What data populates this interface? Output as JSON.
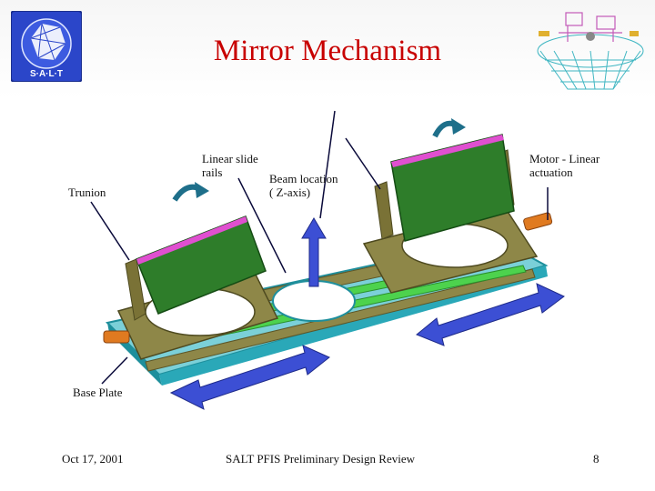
{
  "slide": {
    "title": "Mirror Mechanism",
    "logo_text": "S·A·L·T"
  },
  "labels": {
    "linear_slide_rails": [
      "Linear slide",
      "rails"
    ],
    "beam_location": [
      "Beam location",
      "( Z-axis)"
    ],
    "trunion": "Trunion",
    "motor_linear_actuation": [
      "Motor - Linear",
      "actuation"
    ],
    "base_plate": "Base Plate"
  },
  "footer": {
    "date": "Oct 17, 2001",
    "center": "SALT PFIS Preliminary Design Review",
    "page_number": "8"
  },
  "colors": {
    "title": "#c80000",
    "arrow_blue": "#3c4fd4",
    "mirror_green": "#2e7d2a",
    "mirror_edge": "#e04fd0",
    "frame_olive": "#7a7236",
    "rail_green": "#4dd24d",
    "base_teal": "#2aa8b8",
    "motor_orange": "#e07a20"
  }
}
